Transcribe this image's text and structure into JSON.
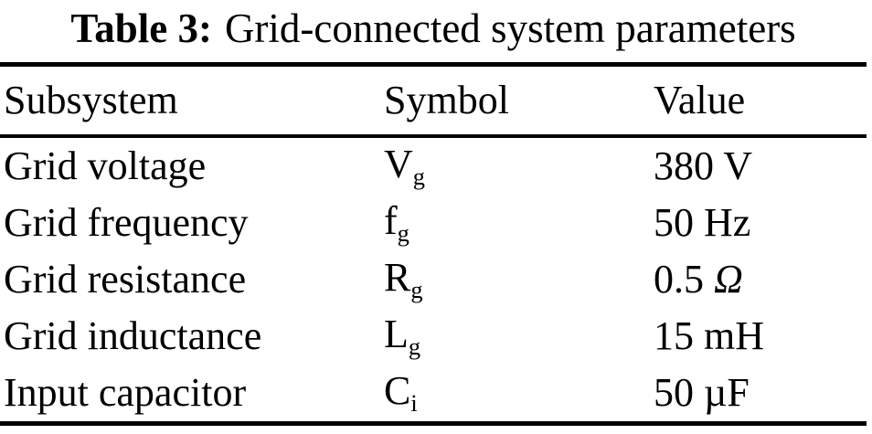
{
  "caption": {
    "label": "Table 3:",
    "text": "Grid-connected system parameters"
  },
  "table": {
    "headers": [
      "Subsystem",
      "Symbol",
      "Value"
    ],
    "rows": [
      {
        "subsystem": "Grid voltage",
        "symbol": "V",
        "subscript": "g",
        "value": "380 V",
        "value_italic": ""
      },
      {
        "subsystem": "Grid frequency",
        "symbol": "f",
        "subscript": "g",
        "value": "50 Hz",
        "value_italic": ""
      },
      {
        "subsystem": "Grid resistance",
        "symbol": "R",
        "subscript": "g",
        "value": "0.5 ",
        "value_italic": "Ω"
      },
      {
        "subsystem": "Grid inductance",
        "symbol": "L",
        "subscript": "g",
        "value": "15 mH",
        "value_italic": ""
      },
      {
        "subsystem": "Input capacitor",
        "symbol": "C",
        "subscript": "i",
        "value": "50 µF",
        "value_italic": ""
      }
    ]
  },
  "colors": {
    "text": "#000000",
    "background": "#ffffff",
    "rule": "#000000"
  }
}
